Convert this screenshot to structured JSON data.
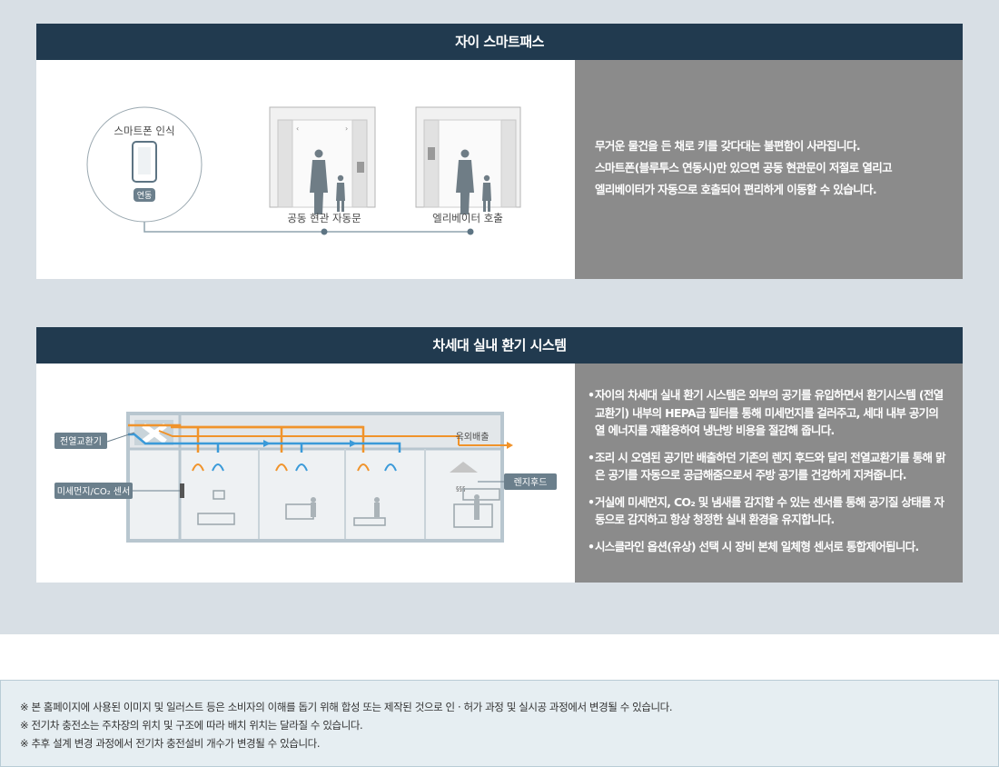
{
  "smartpass": {
    "title": "자이 스마트패스",
    "phone_label": "스마트폰 인식",
    "link_badge": "연동",
    "door_label": "공동 현관 자동문",
    "elevator_label": "엘리베이터 호출",
    "description": [
      "무거운 물건을 든 채로 키를 갖다대는 불편함이 사라집니다.",
      "스마트폰(블루투스 연동시)만 있으면 공동 현관문이 저절로 열리고",
      "엘리베이터가 자동으로 호출되어 편리하게 이동할 수 있습니다."
    ]
  },
  "ventilation": {
    "title": "차세대 실내 환기 시스템",
    "label_erv": "전열교환기",
    "label_sensor": "미세먼지/CO₂ 센서",
    "label_exhaust": "옥외배출",
    "label_hood": "렌지후드",
    "bullets": [
      "자이의 차세대 실내 환기 시스템은 외부의 공기를 유입하면서 환기시스템 (전열교환기) 내부의 HEPA급 필터를 통해 미세먼지를 걸러주고, 세대 내부 공기의 열 에너지를 재활용하여 냉난방 비용을 절감해 줍니다.",
      "조리 시 오염된 공기만 배출하던 기존의 렌지 후드와 달리 전열교환기를 통해 맑은 공기를 자동으로 공급해줌으로서 주방 공기를 건강하게 지켜줍니다.",
      "거실에 미세먼지, CO₂ 및 냄새를 감지할 수 있는 센서를 통해 공기질 상태를 자동으로 감지하고 항상 청정한 실내 환경을 유지합니다.",
      "시스클라인 옵션(유상) 선택 시 장비 본체 일체형 센서로 통합제어됩니다."
    ]
  },
  "notices": [
    "※ 본 홈페이지에 사용된 이미지 및 일러스트 등은 소비자의 이해를 돕기 위해 합성 또는 제작된 것으로 인 · 허가 과정 및 실시공 과정에서 변경될 수 있습니다.",
    "※ 전기차 충전소는 주차장의 위치 및 구조에 따라 배치 위치는 달라질 수 있습니다.",
    "※ 추후 설계 변경 과정에서 전기차 충전설비 개수가 변경될 수 있습니다."
  ],
  "colors": {
    "header": "#213a4f",
    "panel": "#8b8b8b",
    "orange": "#f0932b",
    "blue": "#3a9ad9"
  }
}
